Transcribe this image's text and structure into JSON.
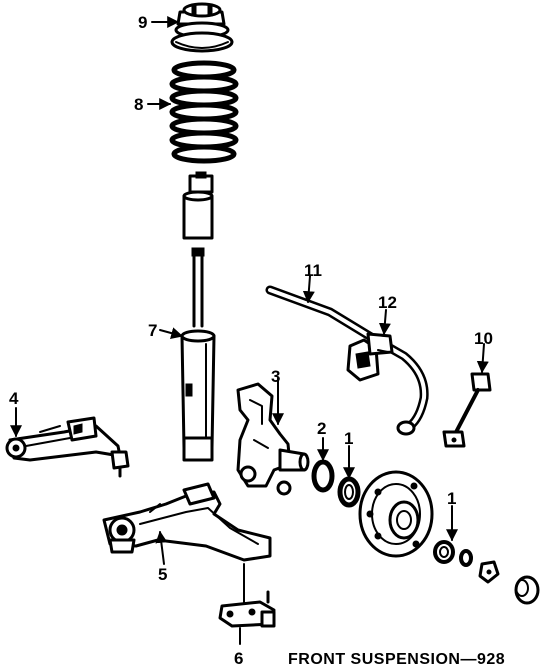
{
  "caption": "FRONT SUSPENSION—928",
  "callouts": {
    "c1": "1",
    "c1b": "1",
    "c2": "2",
    "c3": "3",
    "c4": "4",
    "c5": "5",
    "c6": "6",
    "c7": "7",
    "c8": "8",
    "c9": "9",
    "c10": "10",
    "c11": "11",
    "c12": "12"
  }
}
